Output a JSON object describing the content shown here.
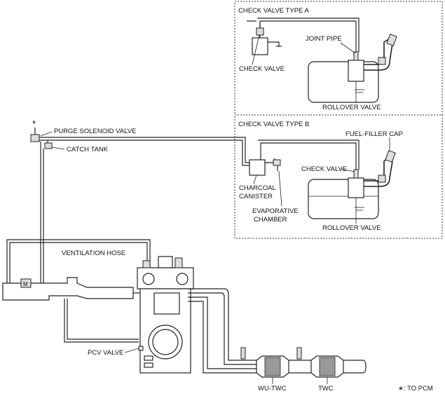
{
  "labels": {
    "type_a_title": "CHECK VALVE TYPE A",
    "type_a_joint_pipe": "JOINT PIPE",
    "type_a_check_valve": "CHECK VALVE",
    "type_a_rollover_valve": "ROLLOVER VALVE",
    "type_b_title": "CHECK VALVE TYPE B",
    "type_b_fuel_filler_cap": "FUEL-FILLER CAP",
    "type_b_check_valve": "CHECK VALVE",
    "type_b_charcoal": "CHARCOAL",
    "type_b_canister": "CANISTER",
    "type_b_evaporative": "EVAPORATIVE",
    "type_b_chamber": "CHAMBER",
    "type_b_rollover_valve": "ROLLOVER VALVE",
    "purge_solenoid_valve": "PURGE SOLENOID VALVE",
    "catch_tank": "CATCH TANK",
    "ventilation_hose": "VENTILATION HOSE",
    "pcv_valve": "PCV VALVE",
    "wu_twc": "WU-TWC",
    "twc": "TWC",
    "asterisk": "*",
    "legend_to_pcm": "∗: TO PCM"
  }
}
